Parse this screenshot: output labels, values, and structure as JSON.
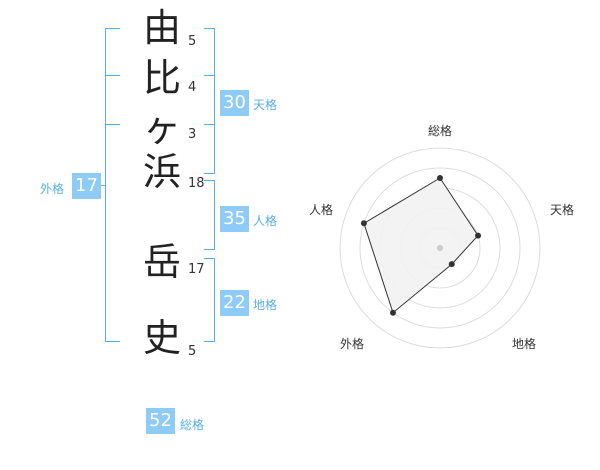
{
  "name": {
    "chars": [
      "由",
      "比",
      "ヶ",
      "浜",
      "岳",
      "史"
    ],
    "strokes": [
      "5",
      "4",
      "3",
      "18",
      "17",
      "5"
    ]
  },
  "fortune": {
    "tenkaku": {
      "value": "30",
      "label": "天格"
    },
    "jinkaku": {
      "value": "35",
      "label": "人格"
    },
    "chikaku": {
      "value": "22",
      "label": "地格"
    },
    "gaikaku": {
      "value": "17",
      "label": "外格"
    },
    "soukaku": {
      "value": "52",
      "label": "総格"
    }
  },
  "radar": {
    "labels": {
      "top": "総格",
      "right": "天格",
      "bottom_right": "地格",
      "bottom_left": "外格",
      "left": "人格"
    },
    "levels": 5,
    "values": {
      "soukaku": 3.5,
      "tenkaku": 2.0,
      "chikaku": 1.0,
      "gaikaku": 4.0,
      "jinkaku": 4.0
    },
    "colors": {
      "ring": "#dddddd",
      "fill": "#f2f2f2",
      "line": "#333333",
      "point": "#333333",
      "center": "#cccccc"
    }
  },
  "colors": {
    "accent": "#5aaee6",
    "badge": "#8ecbf6"
  }
}
